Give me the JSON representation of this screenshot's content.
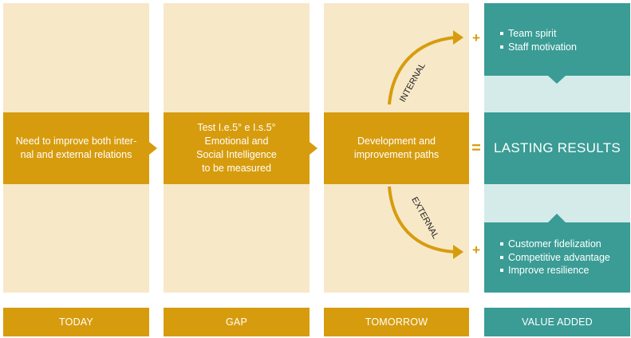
{
  "stages": [
    {
      "text": "Need to improve both inter-\nnal and external relations",
      "footer": "TODAY"
    },
    {
      "text": "Test I.e.5° e I.s.5°\nEmotional and\nSocial Intelligence\nto be measured",
      "footer": "GAP"
    },
    {
      "text": "Development and\nimprovement paths",
      "footer": "TOMORROW"
    }
  ],
  "internal_label": "INTERNAL",
  "external_label": "EXTERNAL",
  "plus_symbol": "+",
  "equals_symbol": "=",
  "value_added": {
    "internal_benefits": [
      "Team spirit",
      "Staff motivation"
    ],
    "result": "LASTING RESULTS",
    "external_benefits": [
      "Customer fidelization",
      "Competitive advantage",
      "Improve resilience"
    ],
    "footer": "VALUE ADDED"
  },
  "colors": {
    "gold": "#d79c0d",
    "cream": "#f7e8c8",
    "teal": "#3a9c95",
    "light_teal": "#d4ebea"
  }
}
